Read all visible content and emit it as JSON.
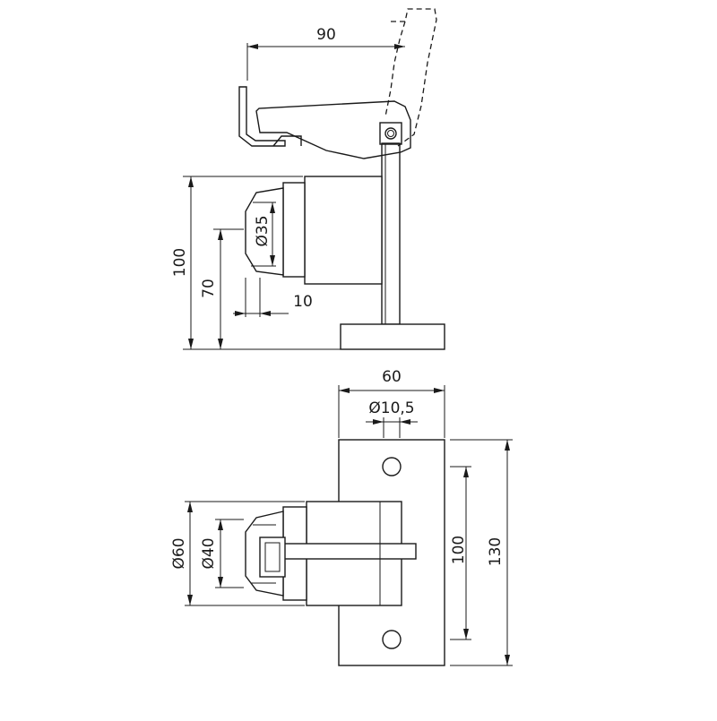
{
  "dimensions": {
    "lever_reach": "90",
    "side_height": "100",
    "side_center_height": "70",
    "side_offset": "10",
    "side_pad_diameter": "Ø35",
    "plate_width": "60",
    "hole_diameter": "Ø10,5",
    "hole_spacing": "100",
    "plate_height": "130",
    "body_diameter": "Ø60",
    "pad_diameter": "Ø40"
  }
}
